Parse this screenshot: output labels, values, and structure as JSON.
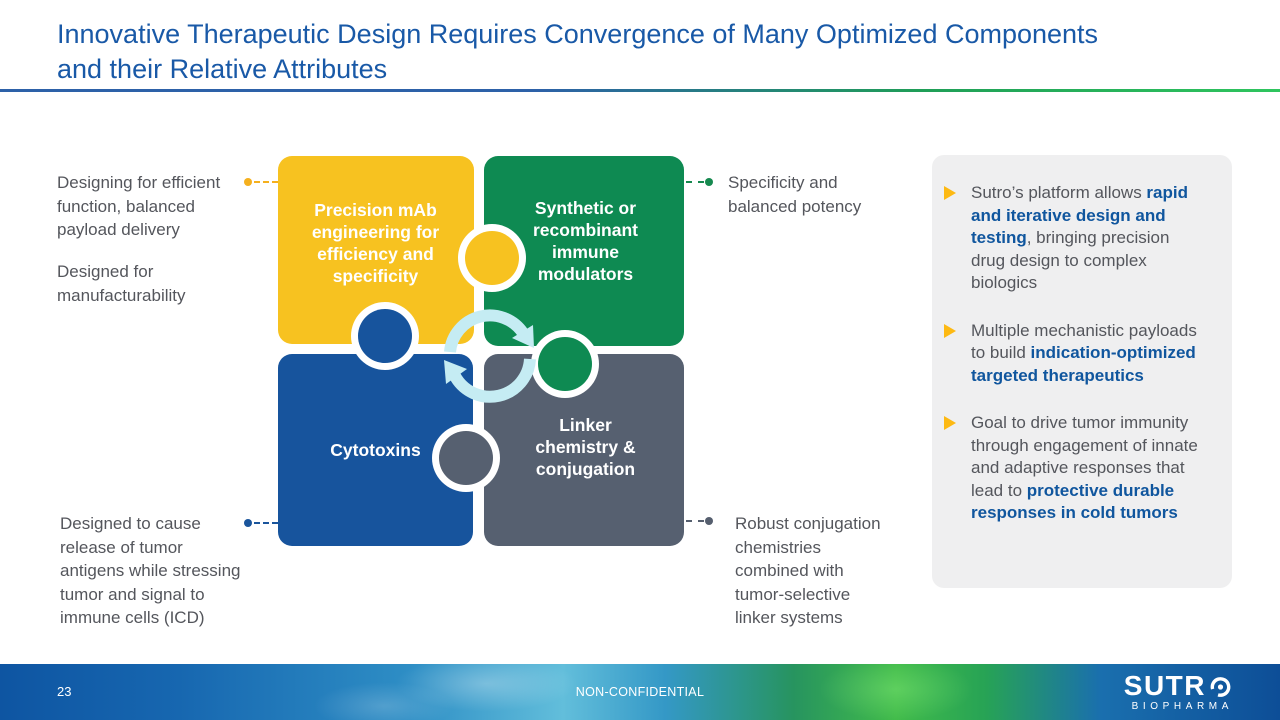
{
  "title": "Innovative Therapeutic Design Requires Convergence of Many Optimized Components\nand their Relative Attributes",
  "colors": {
    "title_blue": "#1959a7",
    "text_gray": "#54565c",
    "bold_blue": "#10569e",
    "puzzle_yellow": "#f7c220",
    "puzzle_green": "#0e8a52",
    "puzzle_blue": "#17549d",
    "puzzle_slate": "#566070",
    "cycle_arrow": "#c5ecf3",
    "bullet_triangle_yellow": "#fdb913",
    "panel_bg": "#efeff0",
    "connector_yellow": "#f5b01e",
    "connector_green": "#16894f",
    "connector_blue": "#1a559c",
    "connector_slate": "#555e6e",
    "footer_text": "#ffffff"
  },
  "annotations": {
    "top_left_primary": "Designing for efficient\nfunction, balanced\npayload delivery",
    "top_left_secondary": "Designed for\nmanufacturability",
    "bottom_left": "Designed to cause\nrelease of tumor\nantigens while stressing\ntumor and signal to\nimmune cells (ICD)",
    "top_right": "Specificity and\nbalanced potency",
    "bottom_right": "Robust conjugation\nchemistries\ncombined with\ntumor-selective\nlinker systems"
  },
  "puzzle": {
    "top_left_label": "Precision mAb\nengineering for\nefficiency and\nspecificity",
    "top_right_label": "Synthetic or\nrecombinant\nimmune\nmodulators",
    "bottom_left_label": "Cytotoxins",
    "bottom_right_label": "Linker\nchemistry &\nconjugation"
  },
  "panel": {
    "bullets": [
      {
        "segments": [
          {
            "text": "Sutro’s platform allows ",
            "bold": false
          },
          {
            "text": "rapid and iterative design and testing",
            "bold": true
          },
          {
            "text": ", bringing precision drug design to complex biologics",
            "bold": false
          }
        ]
      },
      {
        "segments": [
          {
            "text": "Multiple mechanistic payloads to build ",
            "bold": false
          },
          {
            "text": "indication-optimized targeted therapeutics",
            "bold": true
          }
        ]
      },
      {
        "segments": [
          {
            "text": "Goal to drive tumor immunity through engagement of innate and adaptive responses that lead to ",
            "bold": false
          },
          {
            "text": "protective durable responses in cold tumors",
            "bold": true
          }
        ]
      }
    ]
  },
  "footer": {
    "page_number": "23",
    "classification": "NON-CONFIDENTIAL",
    "logo_text": "SUTR",
    "logo_subtext": "BIOPHARMA"
  }
}
